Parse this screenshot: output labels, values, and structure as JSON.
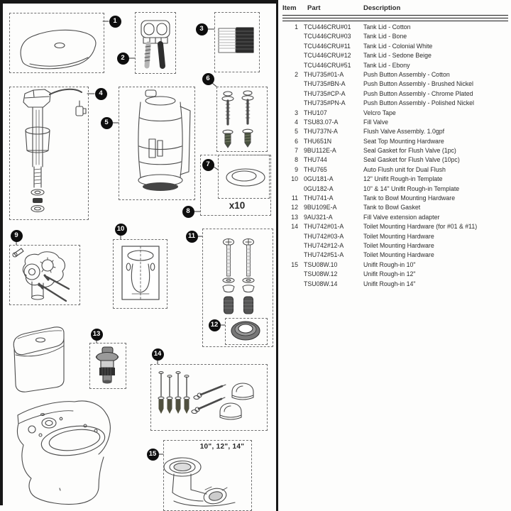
{
  "table": {
    "header": {
      "item": "Item",
      "part": "Part",
      "description": "Description"
    },
    "rows": [
      {
        "item": "1",
        "part": "TCU446CRU#01",
        "desc": "Tank Lid - Cotton"
      },
      {
        "item": "",
        "part": "TCU446CRU#03",
        "desc": "Tank Lid - Bone"
      },
      {
        "item": "",
        "part": "TCU446CRU#11",
        "desc": "Tank Lid - Colonial White"
      },
      {
        "item": "",
        "part": "TCU446CRU#12",
        "desc": "Tank Lid - Sedone Beige"
      },
      {
        "item": "",
        "part": "TCU446CRU#51",
        "desc": "Tank Lid - Ebony"
      },
      {
        "item": "2",
        "part": "THU735#01-A",
        "desc": "Push Button Assembly - Cotton"
      },
      {
        "item": "",
        "part": "THU735#BN-A",
        "desc": "Push Button Assembly - Brushed Nickel"
      },
      {
        "item": "",
        "part": "THU735#CP-A",
        "desc": "Push Button Assembly - Chrome Plated"
      },
      {
        "item": "",
        "part": "THU735#PN-A",
        "desc": "Push Button Assembly - Polished Nickel"
      },
      {
        "item": "3",
        "part": "THU107",
        "desc": "Velcro Tape"
      },
      {
        "item": "4",
        "part": "TSU83.07-A",
        "desc": "Fill Valve"
      },
      {
        "item": "5",
        "part": "THU737N-A",
        "desc": "Flush Valve Assembly. 1.0gpf"
      },
      {
        "item": "6",
        "part": "THU651N",
        "desc": "Seat Top Mounting Hardware"
      },
      {
        "item": "7",
        "part": "9BU112E-A",
        "desc": "Seal Gasket for Flush Valve (1pc)"
      },
      {
        "item": "8",
        "part": "THU744",
        "desc": "Seal Gasket for Flush Valve (10pc)"
      },
      {
        "item": "9",
        "part": "THU765",
        "desc": "Auto Flush unit for Dual Flush"
      },
      {
        "item": "10",
        "part": "0GU181-A",
        "desc": "12\" Unifit Rough-in Template"
      },
      {
        "item": "",
        "part": "0GU182-A",
        "desc": "10\" & 14\" Unifit Rough-in Template"
      },
      {
        "item": "11",
        "part": "THU741-A",
        "desc": "Tank to Bowl Mounting Hardware"
      },
      {
        "item": "12",
        "part": "9BU109E-A",
        "desc": "Tank to Bowl Gasket"
      },
      {
        "item": "13",
        "part": "9AU321-A",
        "desc": "Fill Valve extension adapter"
      },
      {
        "item": "14",
        "part": "THU742#01-A",
        "desc": "Toilet Mounting Hardware (for #01 & #11)"
      },
      {
        "item": "",
        "part": "THU742#03-A",
        "desc": "Toilet Mounting Hardware"
      },
      {
        "item": "",
        "part": "THU742#12-A",
        "desc": "Toilet Mounting Hardware"
      },
      {
        "item": "",
        "part": "THU742#51-A",
        "desc": "Toilet Mounting Hardware"
      },
      {
        "item": "15",
        "part": "TSU08W.10",
        "desc": "Unifit Rough-in 10\""
      },
      {
        "item": "",
        "part": "TSU08W.12",
        "desc": "Unifit Rough-in 12\""
      },
      {
        "item": "",
        "part": "TSU08W.14",
        "desc": "Unifit Rough-in 14\""
      }
    ]
  },
  "diagram": {
    "callouts": [
      "1",
      "2",
      "3",
      "4",
      "5",
      "6",
      "7",
      "8",
      "9",
      "10",
      "11",
      "12",
      "13",
      "14",
      "15"
    ],
    "x10_label": "x10",
    "sizes_label": "10\", 12\", 14\""
  },
  "colors": {
    "ink": "#4a4a4a",
    "callout_bg": "#0e0e0e",
    "divider": "#171717",
    "page_bg": "#fdfdfc"
  }
}
